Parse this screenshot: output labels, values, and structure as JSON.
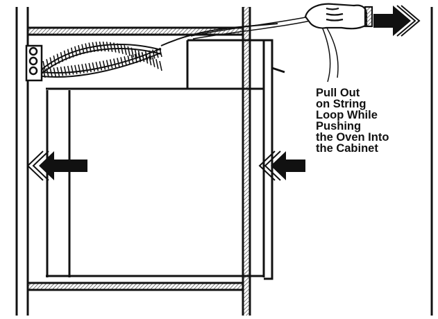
{
  "caption": {
    "lines": [
      "Pull Out",
      "on String",
      "Loop While",
      "Pushing",
      "the Oven Into",
      "the Cabinet"
    ]
  },
  "colors": {
    "line": "#111111",
    "background": "#ffffff",
    "hatch": "#555555"
  },
  "icons": {
    "hand": "hand-pulling-string-icon",
    "pull_arrow": "arrow-right-icon",
    "push_arrow": "arrow-left-icon"
  }
}
